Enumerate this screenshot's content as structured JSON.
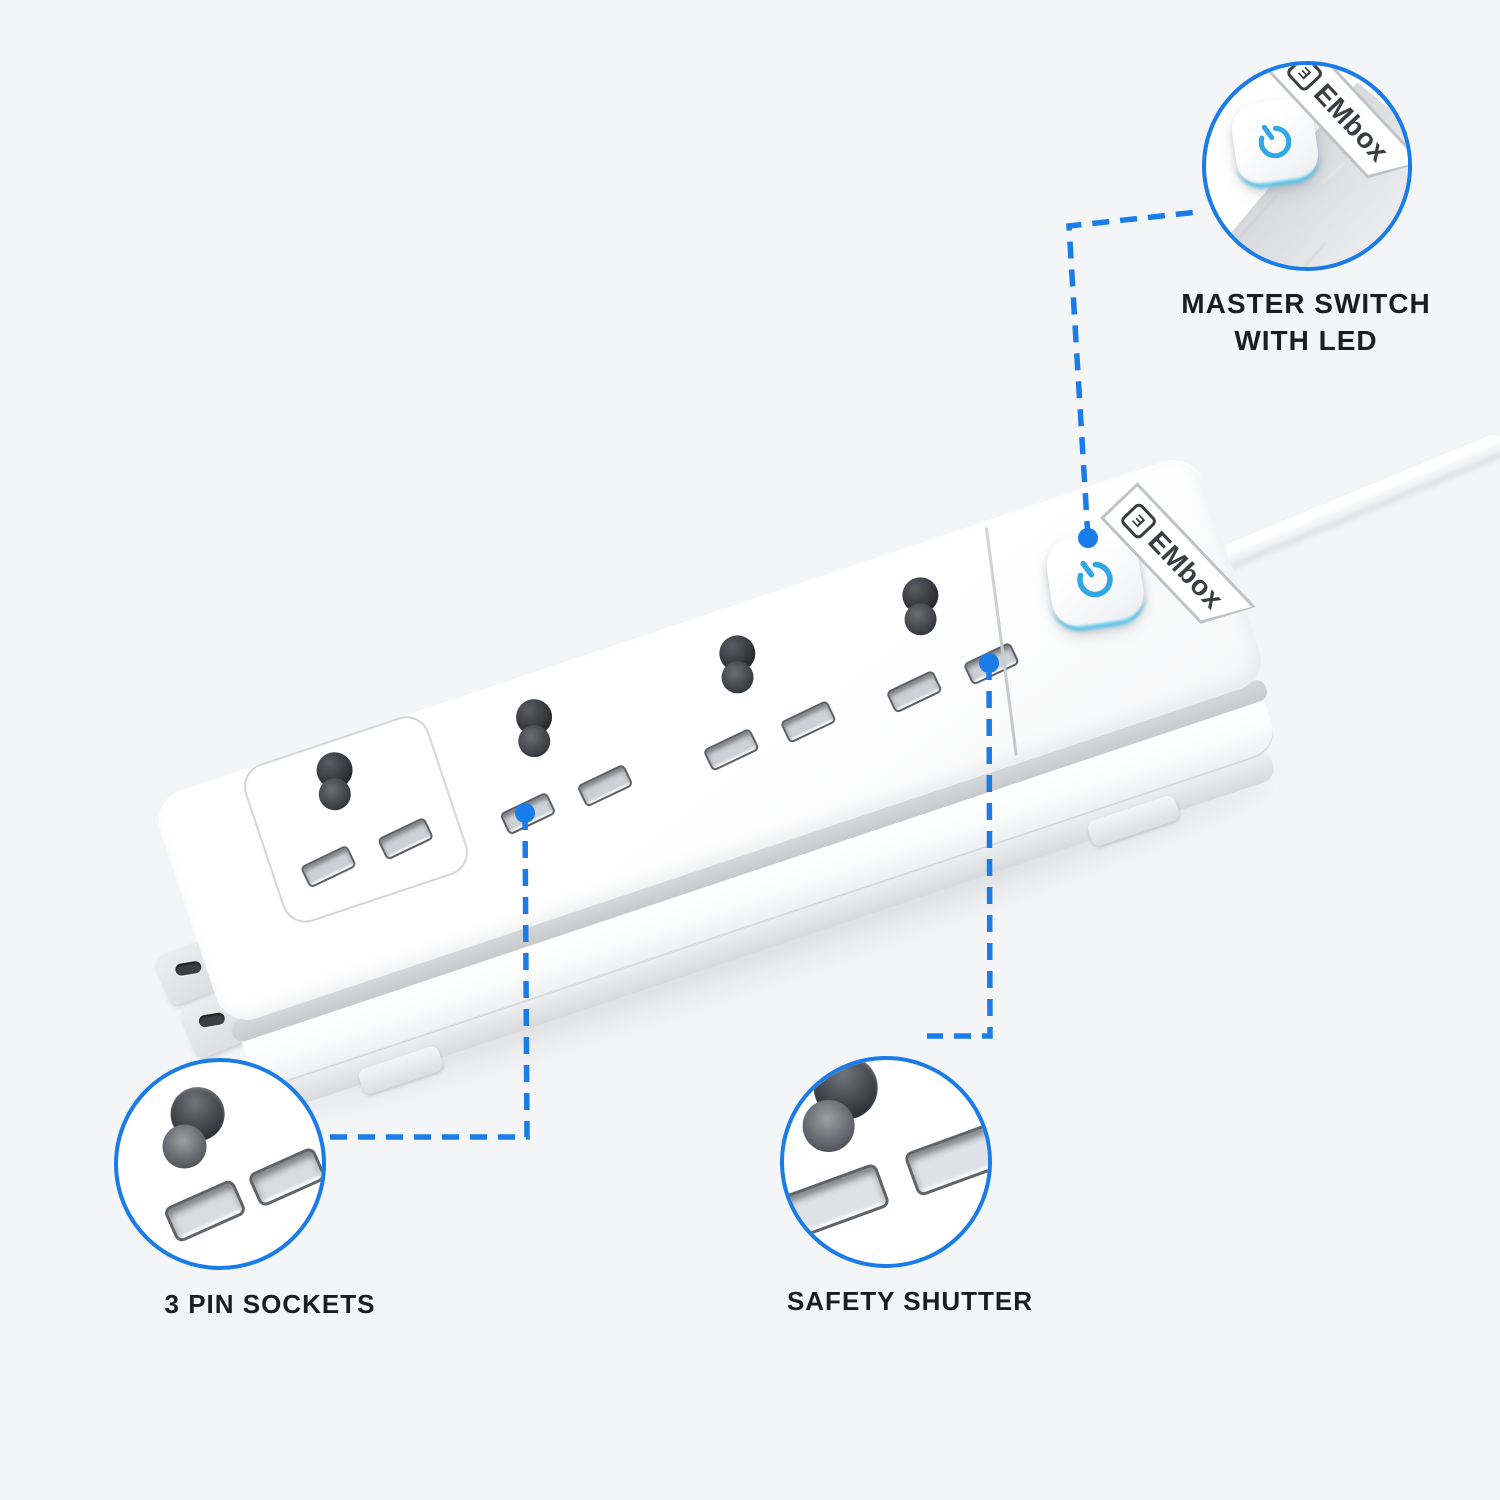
{
  "colors": {
    "background": "#f4f5f6",
    "accent_blue": "#1a7ce8",
    "led_cyan": "#2fa9e6",
    "label_text": "#1d1d1f"
  },
  "brand": {
    "logo_mark": "Ǝ",
    "logo_text": "EMbox"
  },
  "product": {
    "socket_count": 4,
    "power_button_icon": "power-icon"
  },
  "callouts": {
    "master_switch": {
      "line1": "MASTER SWITCH",
      "line2": "WITH LED"
    },
    "pin_sockets": {
      "label": "3 PIN SOCKETS"
    },
    "safety_shutter": {
      "label": "SAFETY SHUTTER"
    }
  }
}
